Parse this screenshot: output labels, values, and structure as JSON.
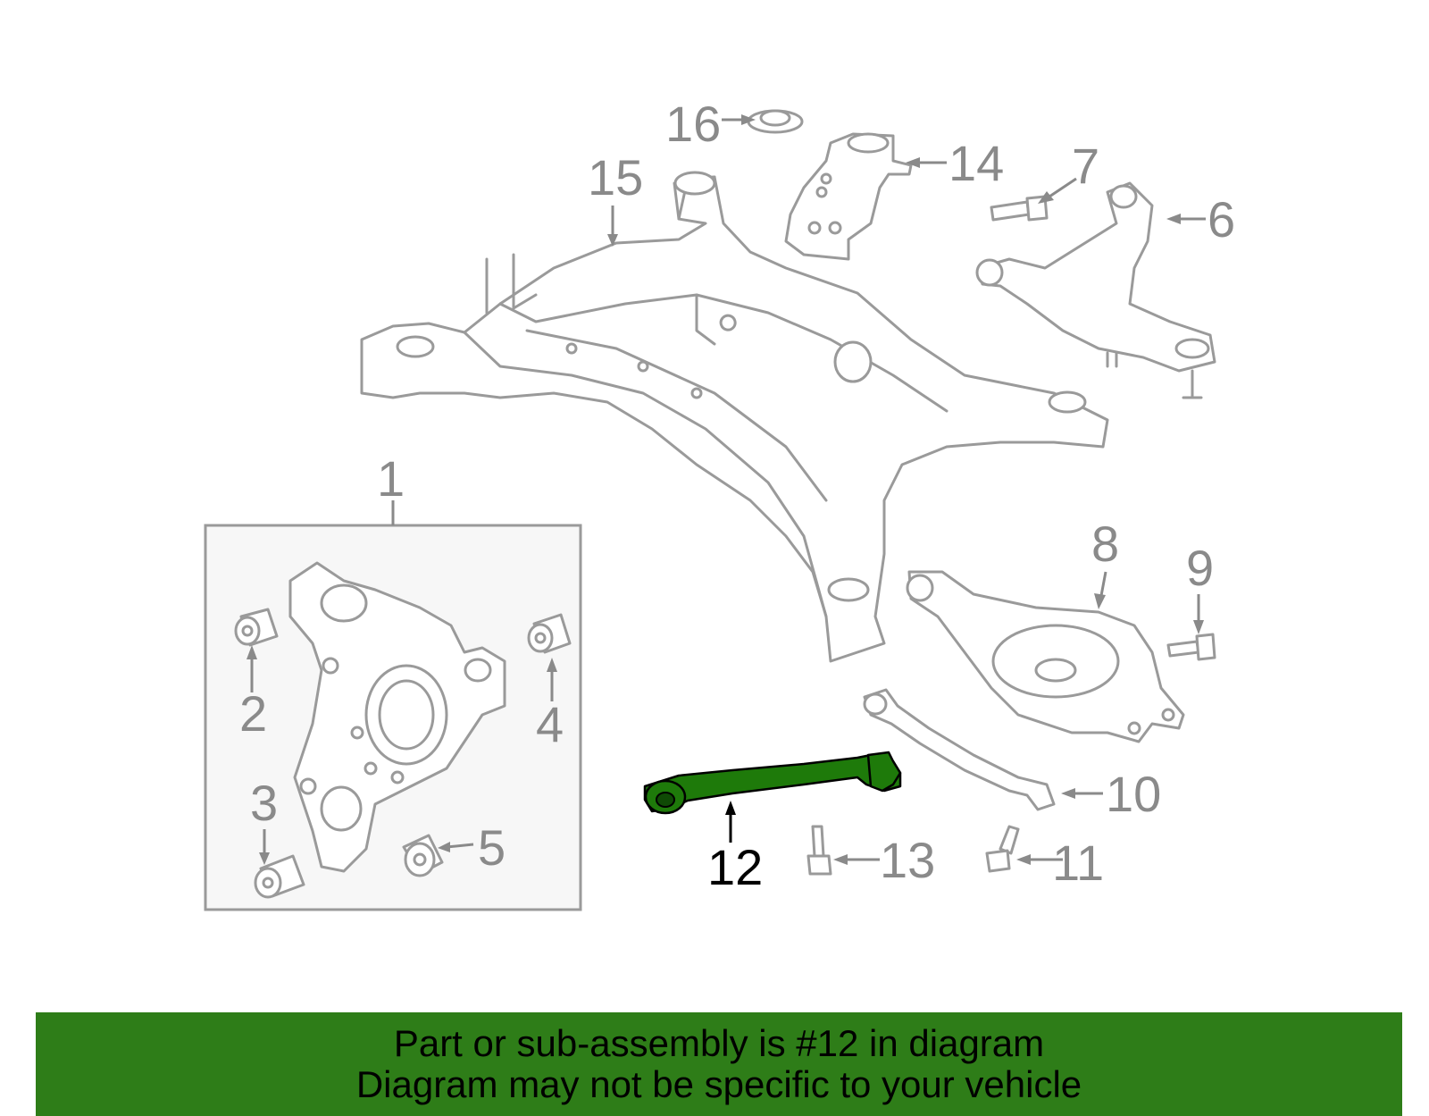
{
  "diagram": {
    "callouts": [
      "1",
      "2",
      "3",
      "4",
      "5",
      "6",
      "7",
      "8",
      "9",
      "10",
      "11",
      "12",
      "13",
      "14",
      "15",
      "16"
    ],
    "highlighted_part": "12",
    "colors": {
      "highlight": "#1e7a0a",
      "line_art": "#9a9a9a",
      "banner": "#2e7d18"
    }
  },
  "footer": {
    "line1": "Part or sub-assembly is #12 in diagram",
    "line2": "Diagram may not be specific to your vehicle"
  }
}
